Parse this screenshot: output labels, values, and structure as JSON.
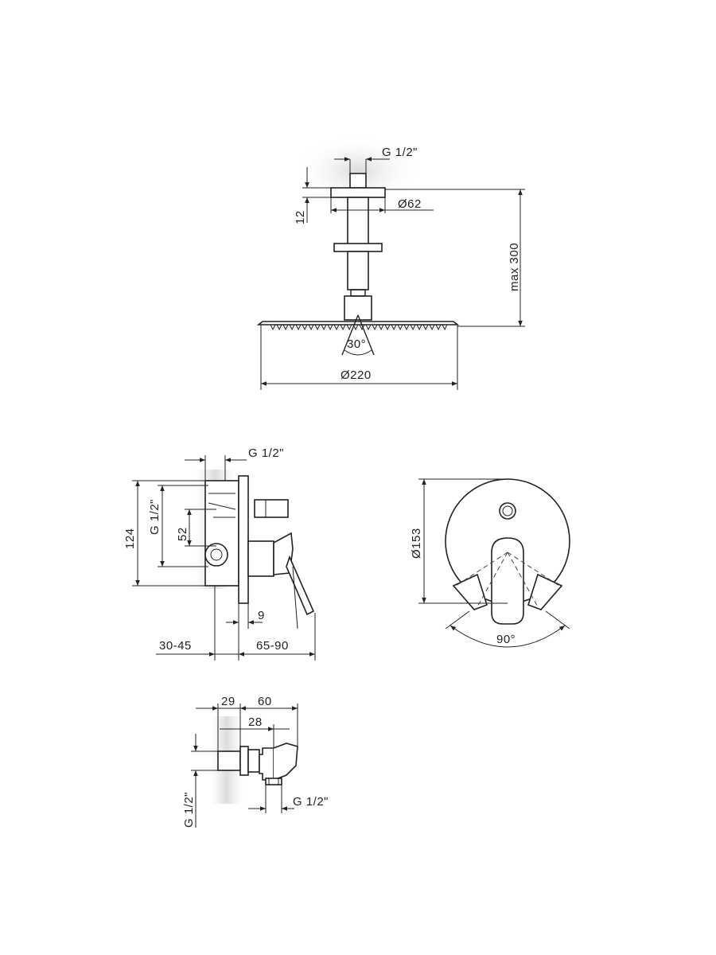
{
  "views": {
    "shower_head": {
      "thread": "G 1/2\"",
      "flange_diameter": "Ø62",
      "flange_height": "12",
      "max_height": "max 300",
      "spray_angle": "30°",
      "head_diameter": "Ø220"
    },
    "mixer_side": {
      "thread_top": "G 1/2\"",
      "height_total": "124",
      "thread_side": "G 1/2\"",
      "offset": "52",
      "plate": "9",
      "depth_wall": "30-45",
      "depth_out": "65-90"
    },
    "mixer_front": {
      "diameter": "Ø153",
      "rotation": "90°"
    },
    "wall_outlet": {
      "width_a": "29",
      "width_b": "60",
      "width_c": "28",
      "thread_left": "G 1/2\"",
      "thread_bottom": "G 1/2\""
    }
  }
}
